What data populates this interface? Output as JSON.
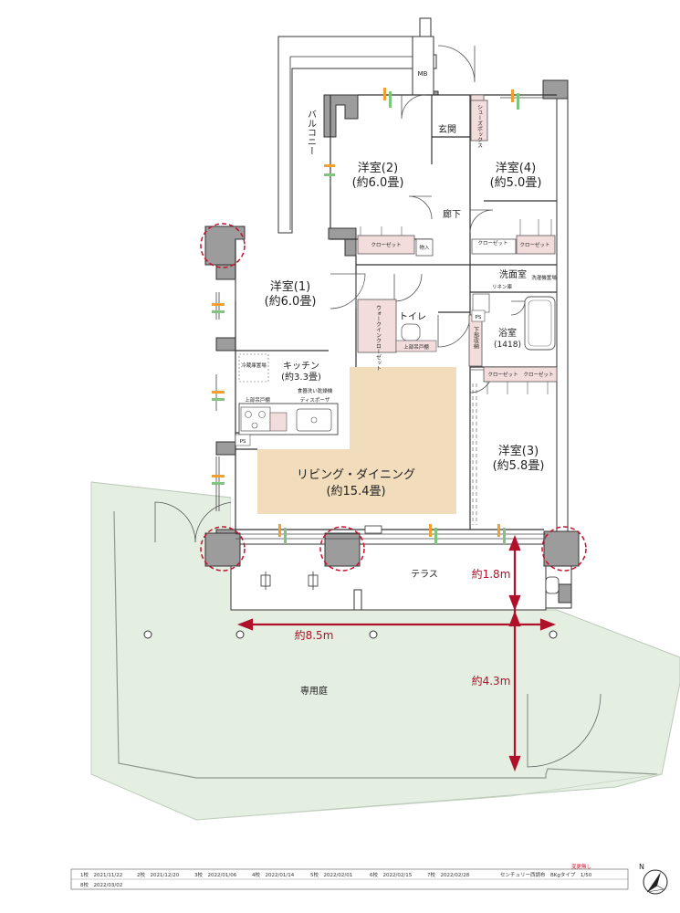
{
  "plan": {
    "rooms": {
      "western_room_2": {
        "name": "洋室(2)",
        "size": "(約6.0畳)"
      },
      "western_room_4": {
        "name": "洋室(4)",
        "size": "(約5.0畳)"
      },
      "western_room_1": {
        "name": "洋室(1)",
        "size": "(約6.0畳)"
      },
      "western_room_3": {
        "name": "洋室(3)",
        "size": "(約5.8畳)"
      },
      "kitchen": {
        "name": "キッチン",
        "size": "(約3.3畳)"
      },
      "living_dining": {
        "name": "リビング・ダイニング",
        "size": "(約15.4畳)"
      },
      "bath": {
        "name": "浴室",
        "size": "(1418)"
      }
    },
    "labels": {
      "entrance": "玄関",
      "hallway": "廊下",
      "balcony": "バルコニー",
      "mb": "MB",
      "shoe_box": "シューズボックス",
      "closet_a": "クローゼット",
      "closet_b": "クローゼット",
      "closet_c": "クローゼット",
      "closet_d": "クローゼット",
      "closet_e": "クローゼット",
      "storage": "物入",
      "washroom": "洗面室",
      "linen": "リネン庫",
      "washer": "洗濯機置場",
      "walk_in": "ウォークインクローゼット",
      "toilet": "トイレ",
      "upper_cabinet_toilet": "上部吊戸棚",
      "fridge": "冷蔵庫置場",
      "upper_cabinet_kitchen": "上部吊戸棚",
      "dishwasher": "食器洗い乾燥機",
      "disposer": "ディスポーザ",
      "ps_1": "PS",
      "ps_2": "PS",
      "under_storage": "下部収納",
      "terrace": "テラス",
      "garden": "専用庭"
    },
    "dimensions": {
      "width": "約8.5m",
      "depth_terrace": "約1.8m",
      "depth_garden": "約4.3m"
    },
    "colors": {
      "wall": "#9c9c9c",
      "ldk_fill": "#f1dcbc",
      "garden_fill": "#e4efe2",
      "closet_fill": "#f3dcdc",
      "dimension": "#b0102a",
      "highlight_circle": "#c8102e"
    }
  },
  "stamp": {
    "row1": {
      "r1": "1校　2021/11/22",
      "r2": "2校　2021/12/20",
      "r3": "3校　2022/01/06",
      "r4": "4校　2022/01/14",
      "r5": "5校　2022/02/01",
      "r6": "6校　2022/02/15",
      "r7": "7校　2022/02/28",
      "project": "センチュリー西調布　BKgタイプ　1/50"
    },
    "row2": {
      "r8": "8校　2022/03/02"
    },
    "note": "変更無し"
  },
  "compass": {
    "label": "N"
  }
}
